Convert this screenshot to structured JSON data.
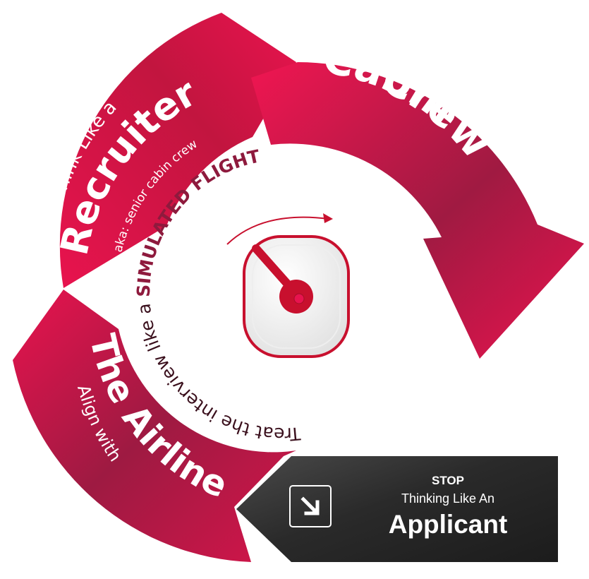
{
  "colors": {
    "crimson": "#e8134e",
    "maroon": "#8e1a3d",
    "gauge_red": "#c8102e",
    "dark_box": "#2a2a2a",
    "white": "#ffffff"
  },
  "segments": {
    "recruiter": {
      "prefix": "Think Like a",
      "title": "Recruiter",
      "note": "aka: senior cabin crew"
    },
    "cabin_crew": {
      "prefix": "Behave Like",
      "title_line1": "Cabin",
      "title_line2": "Crew"
    },
    "airline": {
      "prefix": "Align with",
      "title": "The Airline"
    }
  },
  "center": {
    "text_start": "Treat the interview like a ",
    "text_emphasis": "SIMULATED FLIGHT",
    "icon": "gauge-dial-icon"
  },
  "stop_box": {
    "icon": "arrow-down-right-icon",
    "line1": "STOP",
    "line2": "Thinking Like An",
    "line3": "Applicant"
  }
}
